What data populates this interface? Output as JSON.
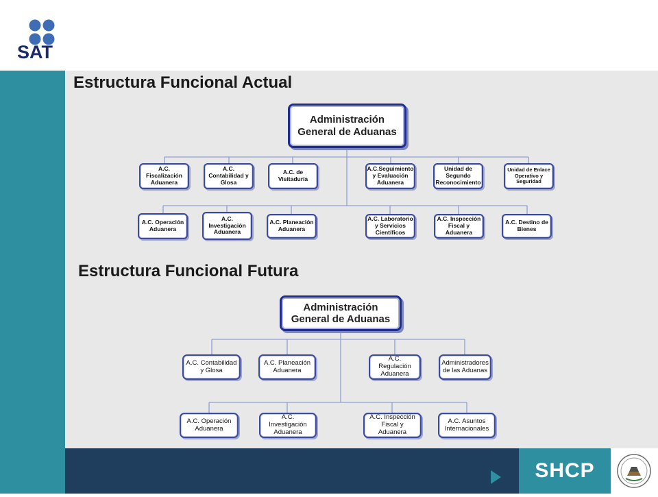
{
  "header": {
    "logo_text": "SAT"
  },
  "sections": {
    "current_title": "Estructura Funcional Actual",
    "future_title": "Estructura Funcional Futura"
  },
  "current_org": {
    "root": "Administración General de Aduanas",
    "row1": [
      "A.C. Fiscalización Aduanera",
      "A.C. Contabilidad y Glosa",
      "A.C. de Visitaduría",
      "A.C.Seguimiento y Evaluación Aduanera",
      "Unidad de Segundo Reconocimiento",
      "Unidad de Enlace Operativo y Seguridad"
    ],
    "row2": [
      "A.C. Operación Aduanera",
      "A.C. Investigación Aduanera",
      "A.C. Planeación Aduanera",
      "A.C. Laboratorio y Servicios Científicos",
      "A.C. Inspección Fiscal y Aduanera",
      "A.C. Destino de Bienes"
    ]
  },
  "future_org": {
    "root": "Administración General de Aduanas",
    "row1": [
      "A.C. Contabilidad y Glosa",
      "A.C. Planeación Aduanera",
      "A.C. Regulación Aduanera",
      "Administradores de las Aduanas"
    ],
    "row2": [
      "A.C. Operación Aduanera",
      "A.C. Investigación Aduanera",
      "A.C. Inspección Fiscal y Aduanera",
      "A.C. Asuntos Internacionales"
    ]
  },
  "footer": {
    "brand": "SHCP",
    "next_icon": "play-arrow-icon",
    "seal_icon": "national-seal-icon"
  },
  "colors": {
    "teal": "#2e8fa0",
    "navy": "#1f3d5c",
    "node_border": "#3b4a9c",
    "logo_blue": "#3e6db5",
    "connector": "#8f9fd0"
  }
}
